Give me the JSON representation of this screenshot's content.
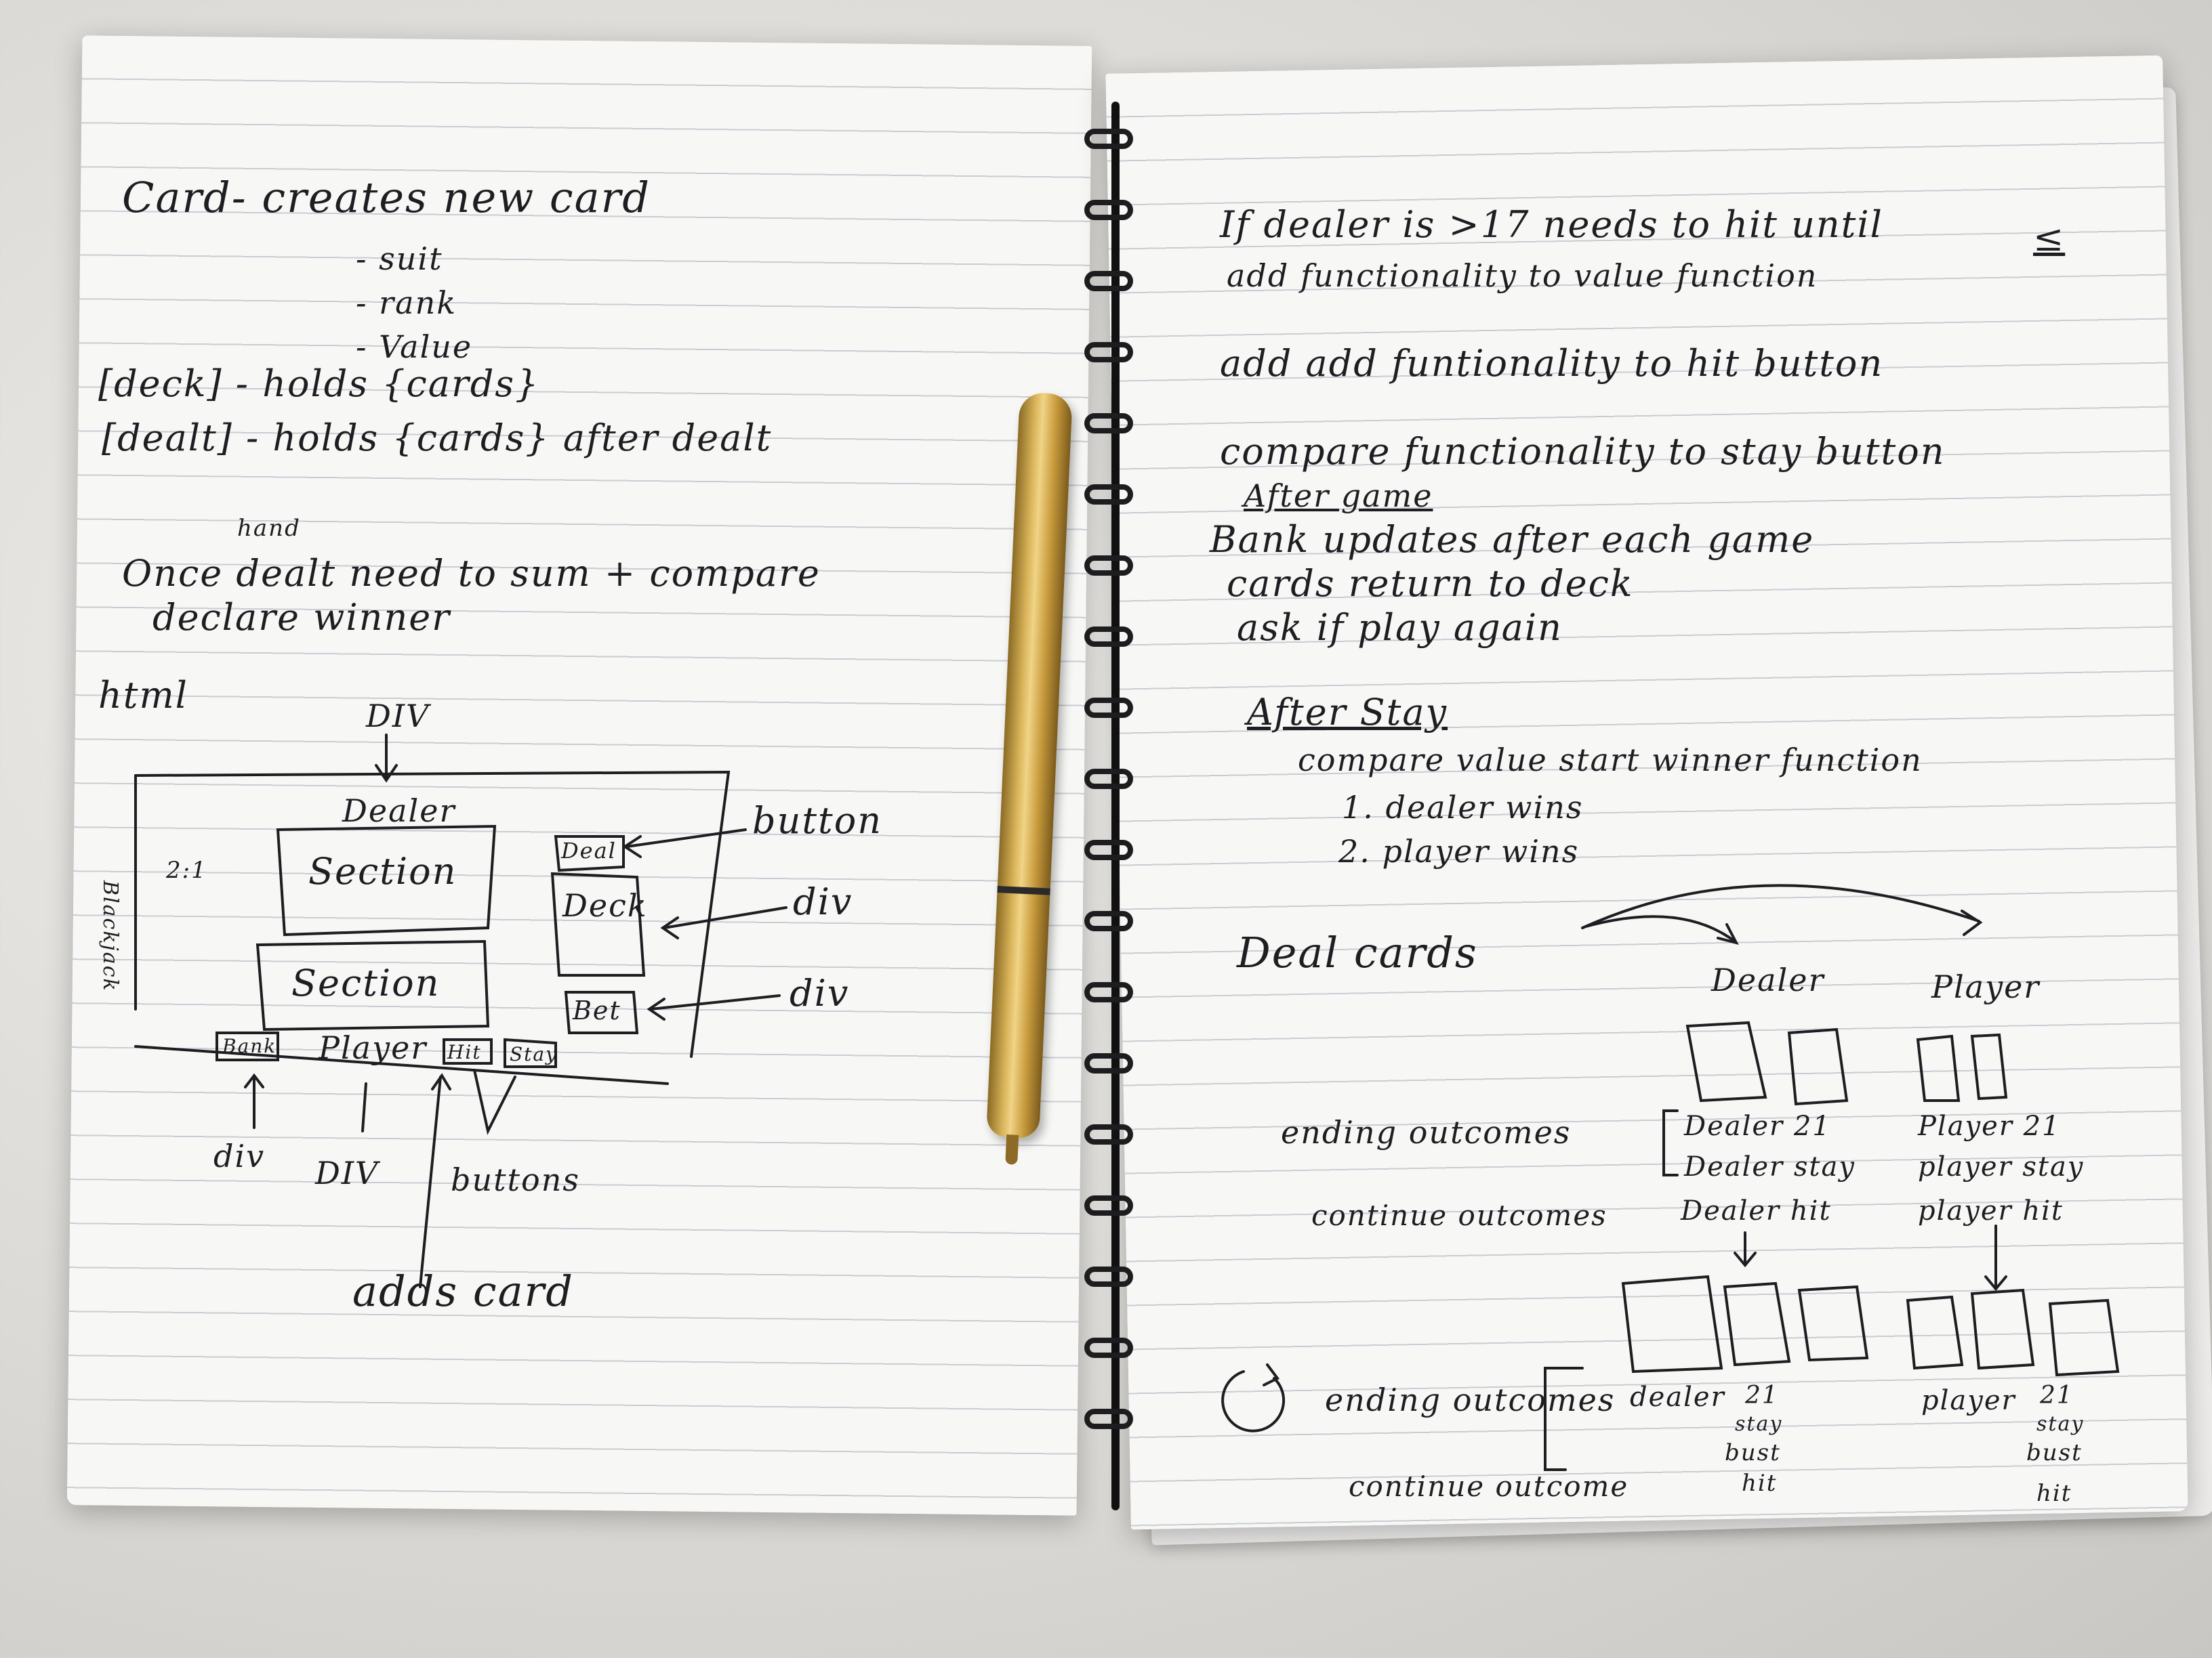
{
  "left_page": {
    "line1": "Card- creates new card",
    "line2": "- suit",
    "line3": "- rank",
    "line4": "- Value",
    "line5": "[deck] - holds {cards}",
    "line6": "[dealt] - holds {cards} after dealt",
    "line7_note": "hand",
    "line7": "Once dealt need to sum + compare",
    "line8": "declare winner",
    "html_label": "html",
    "diagram": {
      "top_label": "DIV",
      "dealer_label": "Dealer",
      "section1": "Section",
      "section2": "Section",
      "player_label": "Player",
      "side_label": "Blackjack",
      "ratio": "2:1",
      "deal_btn": "Deal",
      "deck_box": "Deck",
      "bet_box": "Bet",
      "bank_btn": "Bank",
      "hit_btn": "Hit",
      "stay_btn": "Stay",
      "anno_button": "button",
      "anno_div1": "div",
      "anno_div2": "div",
      "bottom_div1": "div",
      "bottom_div2": "DIV",
      "bottom_buttons": "buttons",
      "adds_card": "adds card"
    }
  },
  "right_page": {
    "r1": "If dealer is >17 needs to hit until",
    "r1_end": "≤",
    "r2": "add functionality to value function",
    "r3": "add add funtionality to hit button",
    "r4": "compare functionality to stay button",
    "r5": "After game",
    "r6": "Bank updates after each game",
    "r7": "cards return to deck",
    "r8": "ask if play again",
    "r9": "After Stay",
    "r10": "compare value start winner function",
    "r11": "1. dealer wins",
    "r12": "2. player wins",
    "deal_cards": "Deal cards",
    "dealer_col": "Dealer",
    "player_col": "Player",
    "ending_outcomes": "ending outcomes",
    "continue_outcomes": "continue outcomes",
    "dealer_21": "Dealer 21",
    "dealer_stay": "Dealer stay",
    "dealer_hit": "Dealer hit",
    "player_21": "Player 21",
    "player_stay": "player stay",
    "player_hit": "player hit",
    "ending_outcomes2": "ending outcomes",
    "continue_outcome2": "continue outcome",
    "dealer_small": "dealer",
    "player_small": "player",
    "d_21": "21",
    "d_stay": "stay",
    "d_bust": "bust",
    "d_hit": "hit",
    "p_21": "21",
    "p_stay": "stay",
    "p_bust": "bust",
    "p_hit": "hit"
  }
}
